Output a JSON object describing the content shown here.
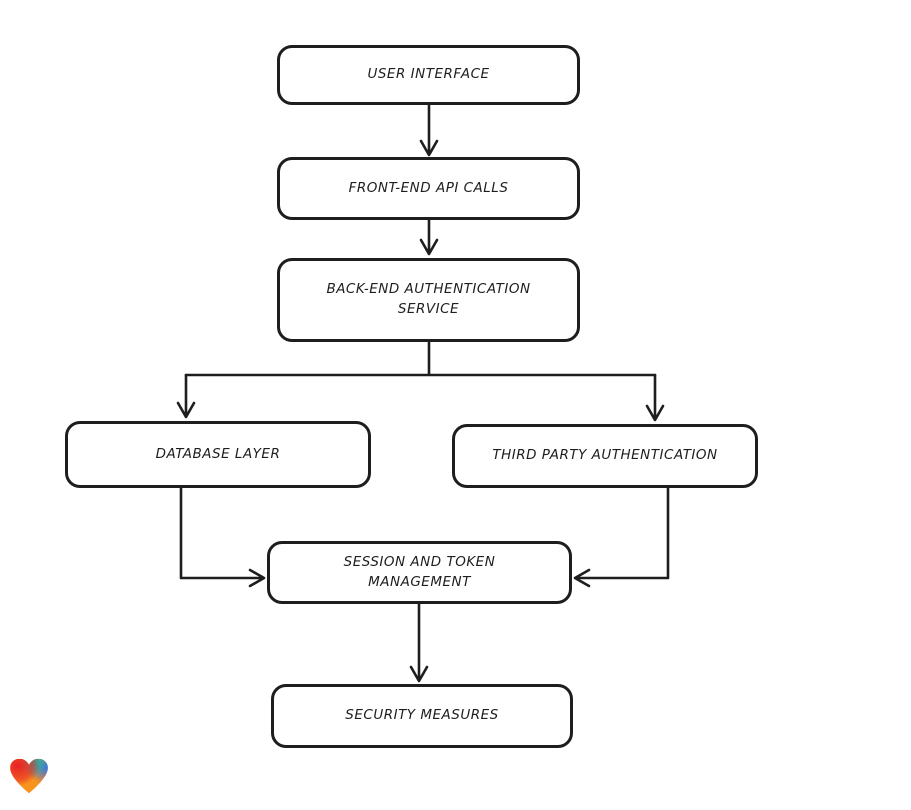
{
  "colors": {
    "stroke": "#1e1e1e",
    "background": "#ffffff",
    "heart_red": "#e82127",
    "heart_teal": "#1cb3a6",
    "heart_blue": "#3e63f0",
    "heart_orange": "#f7941e"
  },
  "nodes": {
    "user_interface": {
      "label": "USER INTERFACE"
    },
    "frontend_api": {
      "label": "FRONT-END API CALLS"
    },
    "backend_auth": {
      "label": "BACK-END AUTHENTICATION\nSERVICE"
    },
    "database": {
      "label": "DATABASE LAYER"
    },
    "third_party": {
      "label": "THIRD PARTY AUTHENTICATION"
    },
    "session_token": {
      "label": "SESSION AND TOKEN\nMANAGEMENT"
    },
    "security": {
      "label": "SECURITY MEASURES"
    }
  },
  "edges": [
    {
      "from": "USER INTERFACE",
      "to": "FRONT-END API CALLS"
    },
    {
      "from": "FRONT-END API CALLS",
      "to": "BACK-END AUTHENTICATION SERVICE"
    },
    {
      "from": "BACK-END AUTHENTICATION SERVICE",
      "to": "DATABASE LAYER"
    },
    {
      "from": "BACK-END AUTHENTICATION SERVICE",
      "to": "THIRD PARTY AUTHENTICATION"
    },
    {
      "from": "DATABASE LAYER",
      "to": "SESSION AND TOKEN MANAGEMENT"
    },
    {
      "from": "THIRD PARTY AUTHENTICATION",
      "to": "SESSION AND TOKEN MANAGEMENT"
    },
    {
      "from": "SESSION AND TOKEN MANAGEMENT",
      "to": "SECURITY MEASURES"
    }
  ],
  "footer": {
    "logo_name": "gradient-heart-logo"
  }
}
